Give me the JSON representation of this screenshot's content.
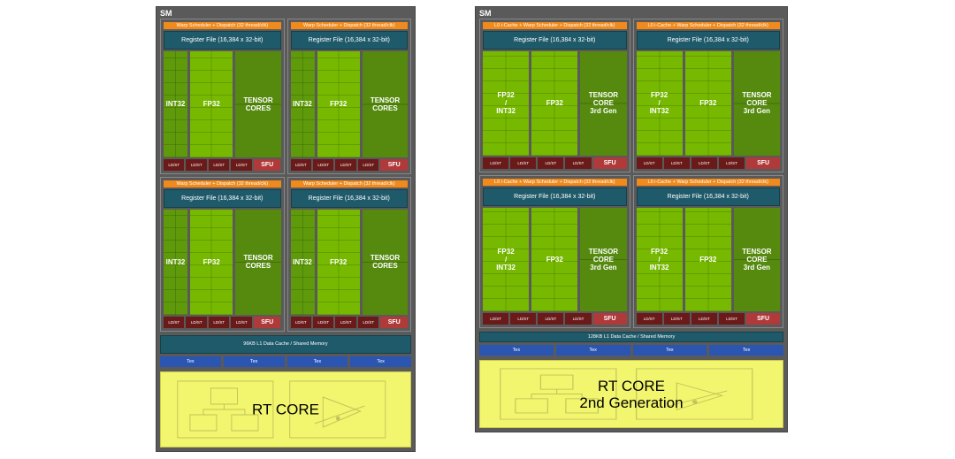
{
  "sms": [
    {
      "label": "SM",
      "quadrants": [
        {
          "header": "Warp Scheduler + Dispatch (32 thread/clk)",
          "register": "Register File (16,384 x 32-bit)",
          "units": [
            {
              "label": "INT32",
              "kind": "int"
            },
            {
              "label": "FP32",
              "kind": "fp"
            },
            {
              "label": "TENSOR\nCORES",
              "kind": "tc"
            }
          ],
          "ldst": [
            "LD/ST",
            "LD/ST",
            "LD/ST",
            "LD/ST"
          ],
          "sfu": "SFU"
        },
        {
          "header": "Warp Scheduler + Dispatch (32 thread/clk)",
          "register": "Register File (16,384 x 32-bit)",
          "units": [
            {
              "label": "INT32",
              "kind": "int"
            },
            {
              "label": "FP32",
              "kind": "fp"
            },
            {
              "label": "TENSOR\nCORES",
              "kind": "tc"
            }
          ],
          "ldst": [
            "LD/ST",
            "LD/ST",
            "LD/ST",
            "LD/ST"
          ],
          "sfu": "SFU"
        },
        {
          "header": "Warp Scheduler + Dispatch (32 thread/clk)",
          "register": "Register File (16,384 x 32-bit)",
          "units": [
            {
              "label": "INT32",
              "kind": "int"
            },
            {
              "label": "FP32",
              "kind": "fp"
            },
            {
              "label": "TENSOR\nCORES",
              "kind": "tc"
            }
          ],
          "ldst": [
            "LD/ST",
            "LD/ST",
            "LD/ST",
            "LD/ST"
          ],
          "sfu": "SFU"
        },
        {
          "header": "Warp Scheduler + Dispatch (32 thread/clk)",
          "register": "Register File (16,384 x 32-bit)",
          "units": [
            {
              "label": "INT32",
              "kind": "int"
            },
            {
              "label": "FP32",
              "kind": "fp"
            },
            {
              "label": "TENSOR\nCORES",
              "kind": "tc"
            }
          ],
          "ldst": [
            "LD/ST",
            "LD/ST",
            "LD/ST",
            "LD/ST"
          ],
          "sfu": "SFU"
        }
      ],
      "l1": "96KB L1 Data Cache / Shared Memory",
      "tex": [
        "Tex",
        "Tex",
        "Tex",
        "Tex"
      ],
      "rt": "RT CORE"
    },
    {
      "label": "SM",
      "quadrants": [
        {
          "header": "L0 i-Cache + Warp Scheduler + Dispatch (32 thread/clk)",
          "register": "Register File (16,384 x 32-bit)",
          "units": [
            {
              "label": "FP32\n/\nINT32",
              "kind": "fp"
            },
            {
              "label": "FP32",
              "kind": "fp"
            },
            {
              "label": "TENSOR\nCORE\n3rd Gen",
              "kind": "tc"
            }
          ],
          "ldst": [
            "LD/ST",
            "LD/ST",
            "LD/ST",
            "LD/ST"
          ],
          "sfu": "SFU"
        },
        {
          "header": "L0 i-Cache + Warp Scheduler + Dispatch (32 thread/clk)",
          "register": "Register File (16,384 x 32-bit)",
          "units": [
            {
              "label": "FP32\n/\nINT32",
              "kind": "fp"
            },
            {
              "label": "FP32",
              "kind": "fp"
            },
            {
              "label": "TENSOR\nCORE\n3rd Gen",
              "kind": "tc"
            }
          ],
          "ldst": [
            "LD/ST",
            "LD/ST",
            "LD/ST",
            "LD/ST"
          ],
          "sfu": "SFU"
        },
        {
          "header": "L0 i-Cache + Warp Scheduler + Dispatch (32 thread/clk)",
          "register": "Register File (16,384 x 32-bit)",
          "units": [
            {
              "label": "FP32\n/\nINT32",
              "kind": "fp"
            },
            {
              "label": "FP32",
              "kind": "fp"
            },
            {
              "label": "TENSOR\nCORE\n3rd Gen",
              "kind": "tc"
            }
          ],
          "ldst": [
            "LD/ST",
            "LD/ST",
            "LD/ST",
            "LD/ST"
          ],
          "sfu": "SFU"
        },
        {
          "header": "L0 i-Cache + Warp Scheduler + Dispatch (32 thread/clk)",
          "register": "Register File (16,384 x 32-bit)",
          "units": [
            {
              "label": "FP32\n/\nINT32",
              "kind": "fp"
            },
            {
              "label": "FP32",
              "kind": "fp"
            },
            {
              "label": "TENSOR\nCORE\n3rd Gen",
              "kind": "tc"
            }
          ],
          "ldst": [
            "LD/ST",
            "LD/ST",
            "LD/ST",
            "LD/ST"
          ],
          "sfu": "SFU"
        }
      ],
      "l1": "128KB L1 Data Cache / Shared Memory",
      "tex": [
        "Tex",
        "Tex",
        "Tex",
        "Tex"
      ],
      "rt": "RT CORE\n2nd Generation"
    }
  ]
}
